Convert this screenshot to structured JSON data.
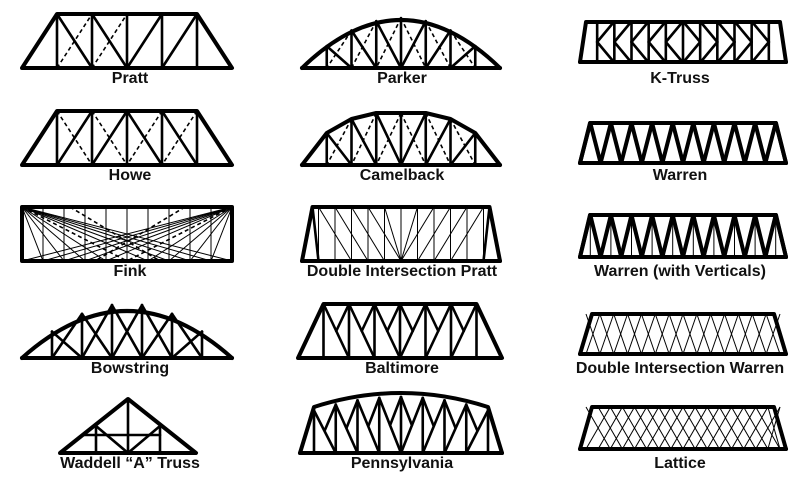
{
  "trusses": [
    {
      "id": "pratt",
      "label": "Pratt"
    },
    {
      "id": "parker",
      "label": "Parker"
    },
    {
      "id": "k-truss",
      "label": "K-Truss"
    },
    {
      "id": "howe",
      "label": "Howe"
    },
    {
      "id": "camelback",
      "label": "Camelback"
    },
    {
      "id": "warren",
      "label": "Warren"
    },
    {
      "id": "fink",
      "label": "Fink"
    },
    {
      "id": "double-intersection-pratt",
      "label": "Double Intersection Pratt"
    },
    {
      "id": "warren-with-verticals",
      "label": "Warren (with Verticals)"
    },
    {
      "id": "bowstring",
      "label": "Bowstring"
    },
    {
      "id": "baltimore",
      "label": "Baltimore"
    },
    {
      "id": "double-intersection-warren",
      "label": "Double Intersection Warren"
    },
    {
      "id": "waddell-a-truss",
      "label": "Waddell “A” Truss"
    },
    {
      "id": "pennsylvania",
      "label": "Pennsylvania"
    },
    {
      "id": "lattice",
      "label": "Lattice"
    }
  ]
}
